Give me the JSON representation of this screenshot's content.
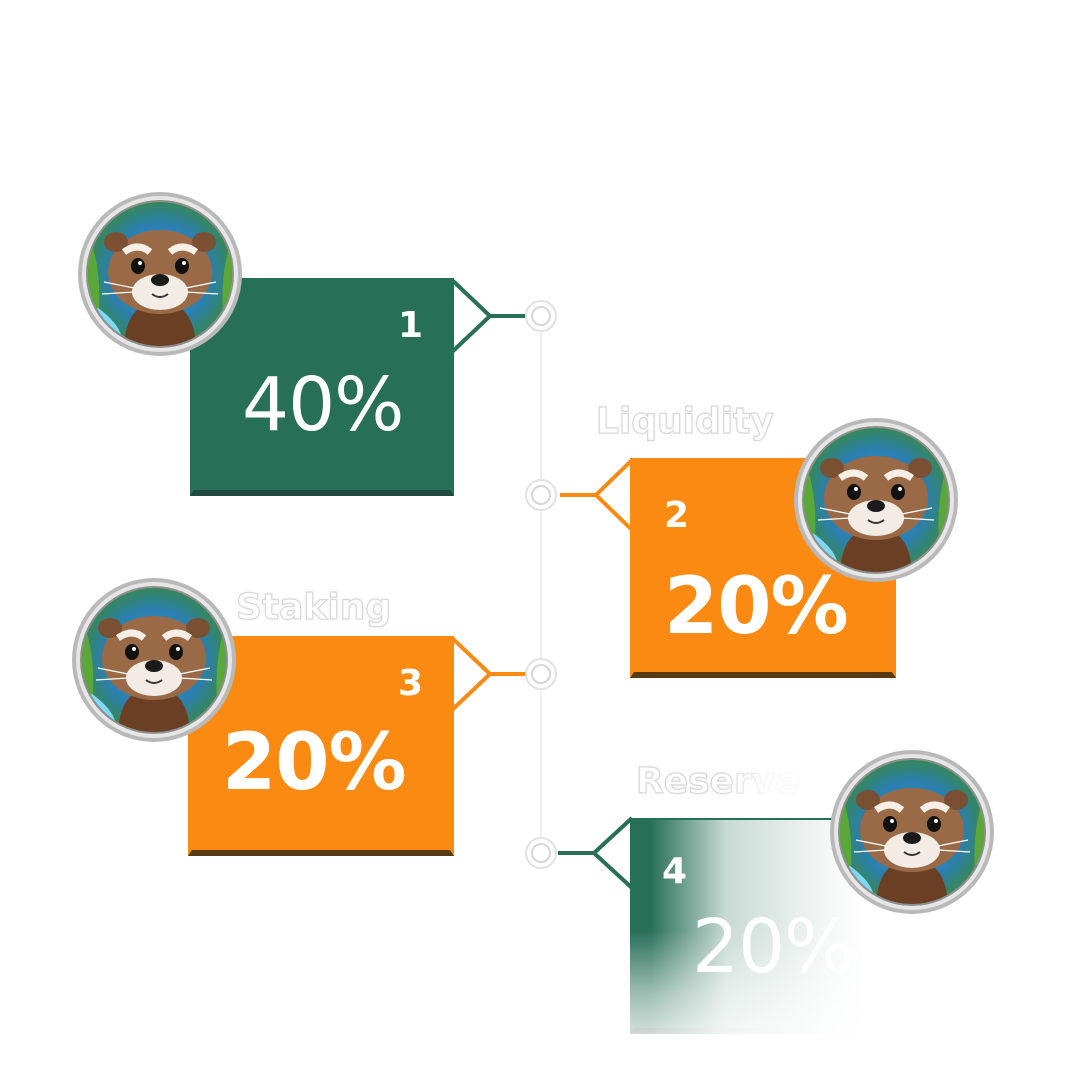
{
  "colors": {
    "green": "#286f58",
    "orange": "#fb8a12",
    "white": "#ffffff"
  },
  "steps": [
    {
      "number": "1",
      "percent": "40%",
      "label": "",
      "color": "green"
    },
    {
      "number": "2",
      "percent": "20%",
      "label": "Liquidity",
      "color": "orange"
    },
    {
      "number": "3",
      "percent": "20%",
      "label": "Staking",
      "color": "orange"
    },
    {
      "number": "4",
      "percent": "20%",
      "label": "Reserve",
      "color": "green"
    }
  ],
  "icons": [
    "otter-avatar-icon",
    "timeline-node-icon"
  ]
}
